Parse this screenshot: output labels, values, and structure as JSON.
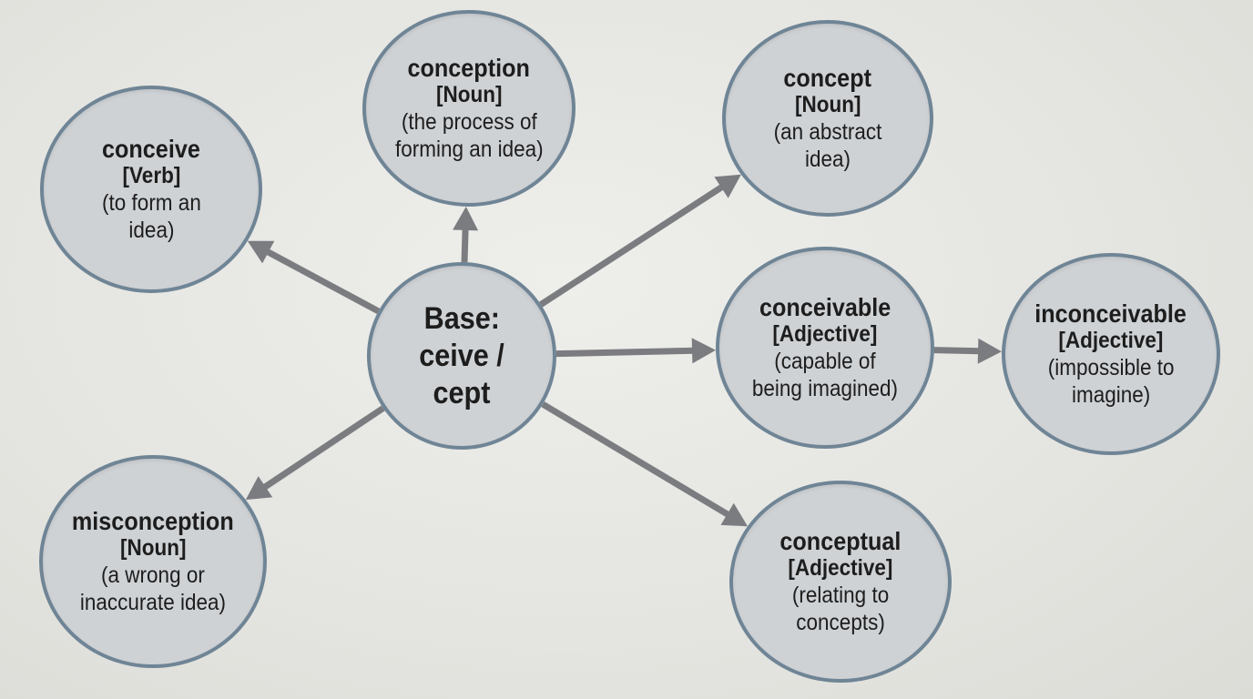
{
  "colors": {
    "node_fill": "#cfd2d5",
    "node_border": "#6f8596",
    "arrow": "#7a7c80",
    "text": "#1d1d1d"
  },
  "base": {
    "lines": [
      "Base:",
      "ceive /",
      "cept"
    ]
  },
  "nodes": {
    "conceive": {
      "word": "conceive",
      "pos": "[Verb]",
      "def": [
        "(to form an",
        "idea)"
      ]
    },
    "conception": {
      "word": "conception",
      "pos": "[Noun]",
      "def": [
        "(the process of",
        "forming an idea)"
      ]
    },
    "concept": {
      "word": "concept",
      "pos": "[Noun]",
      "def": [
        "(an abstract",
        "idea)"
      ]
    },
    "conceivable": {
      "word": "conceivable",
      "pos": "[Adjective]",
      "def": [
        "(capable of",
        "being imagined)"
      ]
    },
    "inconceivable": {
      "word": "inconceivable",
      "pos": "[Adjective]",
      "def": [
        "(impossible to",
        "imagine)"
      ]
    },
    "misconception": {
      "word": "misconception",
      "pos": "[Noun]",
      "def": [
        "(a wrong or",
        "inaccurate idea)"
      ]
    },
    "conceptual": {
      "word": "conceptual",
      "pos": "[Adjective]",
      "def": [
        "(relating to",
        "concepts)"
      ]
    }
  },
  "edges": [
    {
      "from": "base",
      "to": "conceive"
    },
    {
      "from": "base",
      "to": "conception"
    },
    {
      "from": "base",
      "to": "concept"
    },
    {
      "from": "base",
      "to": "conceivable"
    },
    {
      "from": "conceivable",
      "to": "inconceivable"
    },
    {
      "from": "base",
      "to": "misconception"
    },
    {
      "from": "base",
      "to": "conceptual"
    }
  ]
}
